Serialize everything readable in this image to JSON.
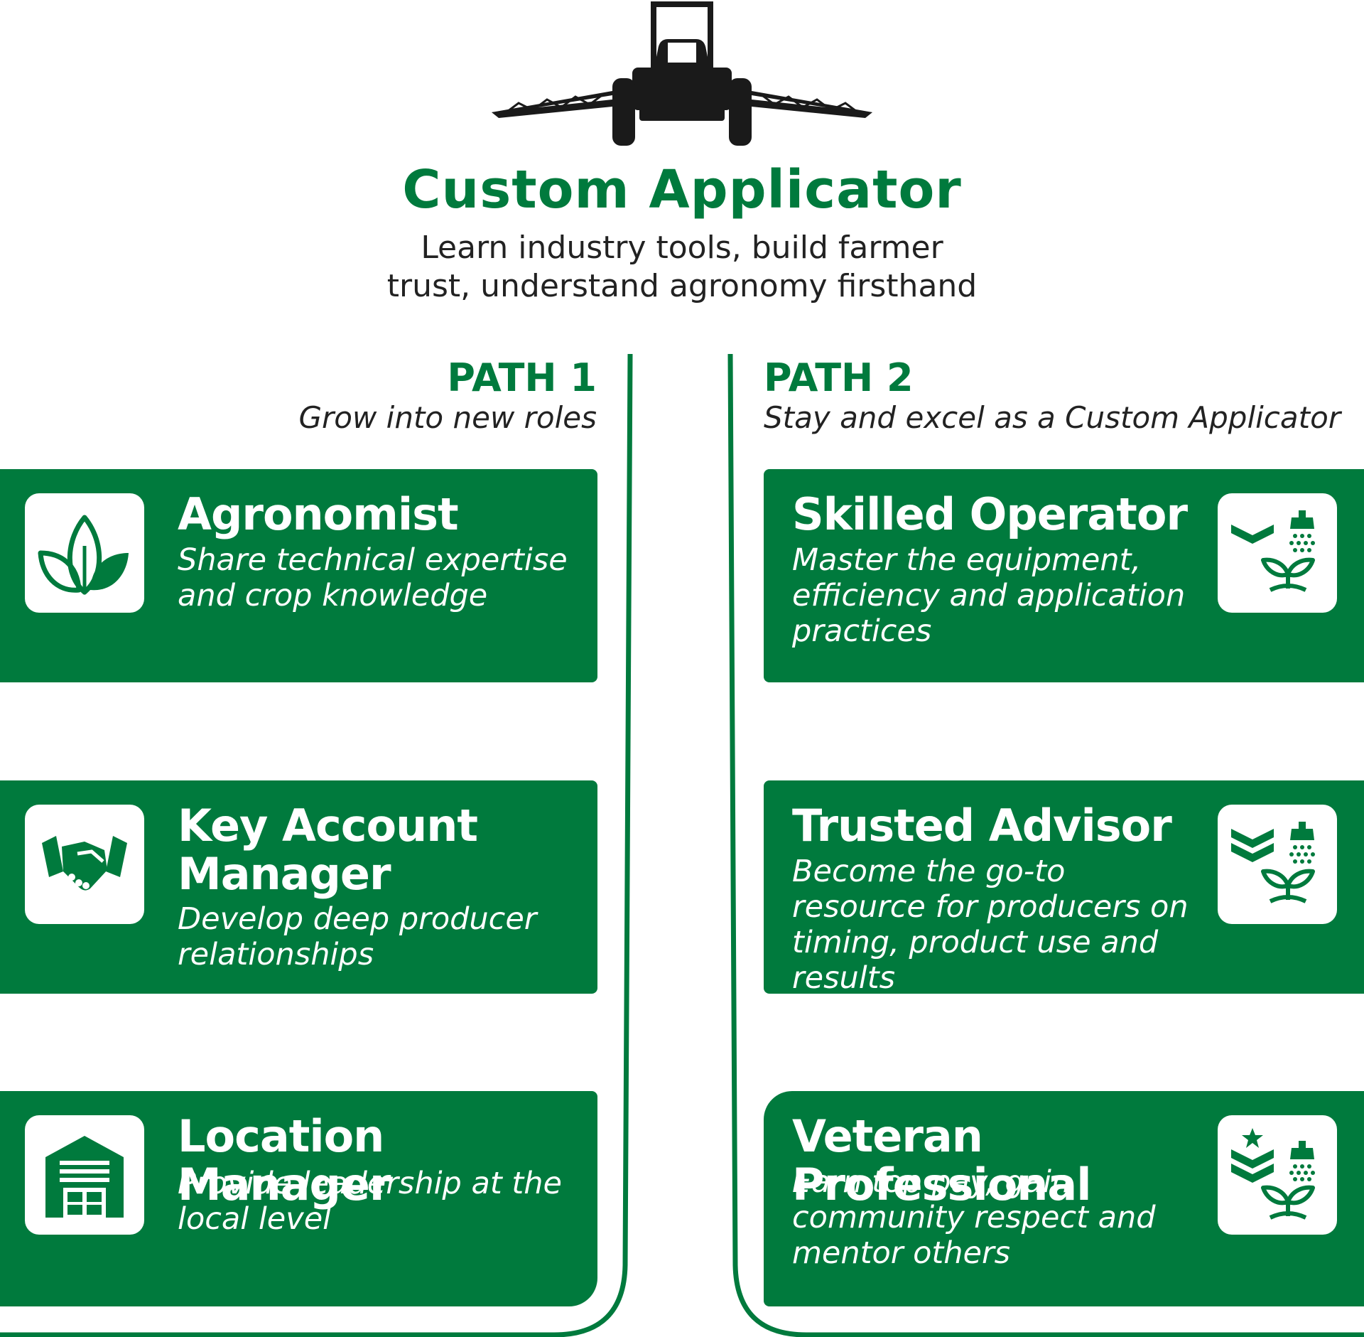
{
  "colors": {
    "brand_green": "#007a3d",
    "text_dark": "#222222",
    "icon_black": "#1a1a1a"
  },
  "header": {
    "icon": "sprayer-tractor-icon",
    "title": "Custom Applicator",
    "subtitle_line1": "Learn industry tools, build farmer",
    "subtitle_line2": "trust, understand agronomy firsthand"
  },
  "path1": {
    "title": "PATH 1",
    "subtitle": "Grow into new roles",
    "cards": [
      {
        "title": "Agronomist",
        "description": "Share technical expertise and crop knowledge",
        "icon": "leaves-icon"
      },
      {
        "title": "Key Account Manager",
        "description": "Develop deep producer relationships",
        "icon": "handshake-icon"
      },
      {
        "title": "Location Manager",
        "description": "Provide leadership at the local level",
        "icon": "building-icon"
      }
    ]
  },
  "path2": {
    "title": "PATH 2",
    "subtitle": "Stay and excel as a Custom Applicator",
    "cards": [
      {
        "title": "Skilled Operator",
        "description": "Master the equipment, efficiency and application practices",
        "icon": "rank-1-sprayer-plant-icon"
      },
      {
        "title": "Trusted Advisor",
        "description": "Become the go-to resource for producers on timing, product use and results",
        "icon": "rank-2-sprayer-plant-icon"
      },
      {
        "title": "Veteran Professional",
        "description": "Earn top pay, gain community respect and mentor others",
        "icon": "rank-star-sprayer-plant-icon"
      }
    ]
  }
}
